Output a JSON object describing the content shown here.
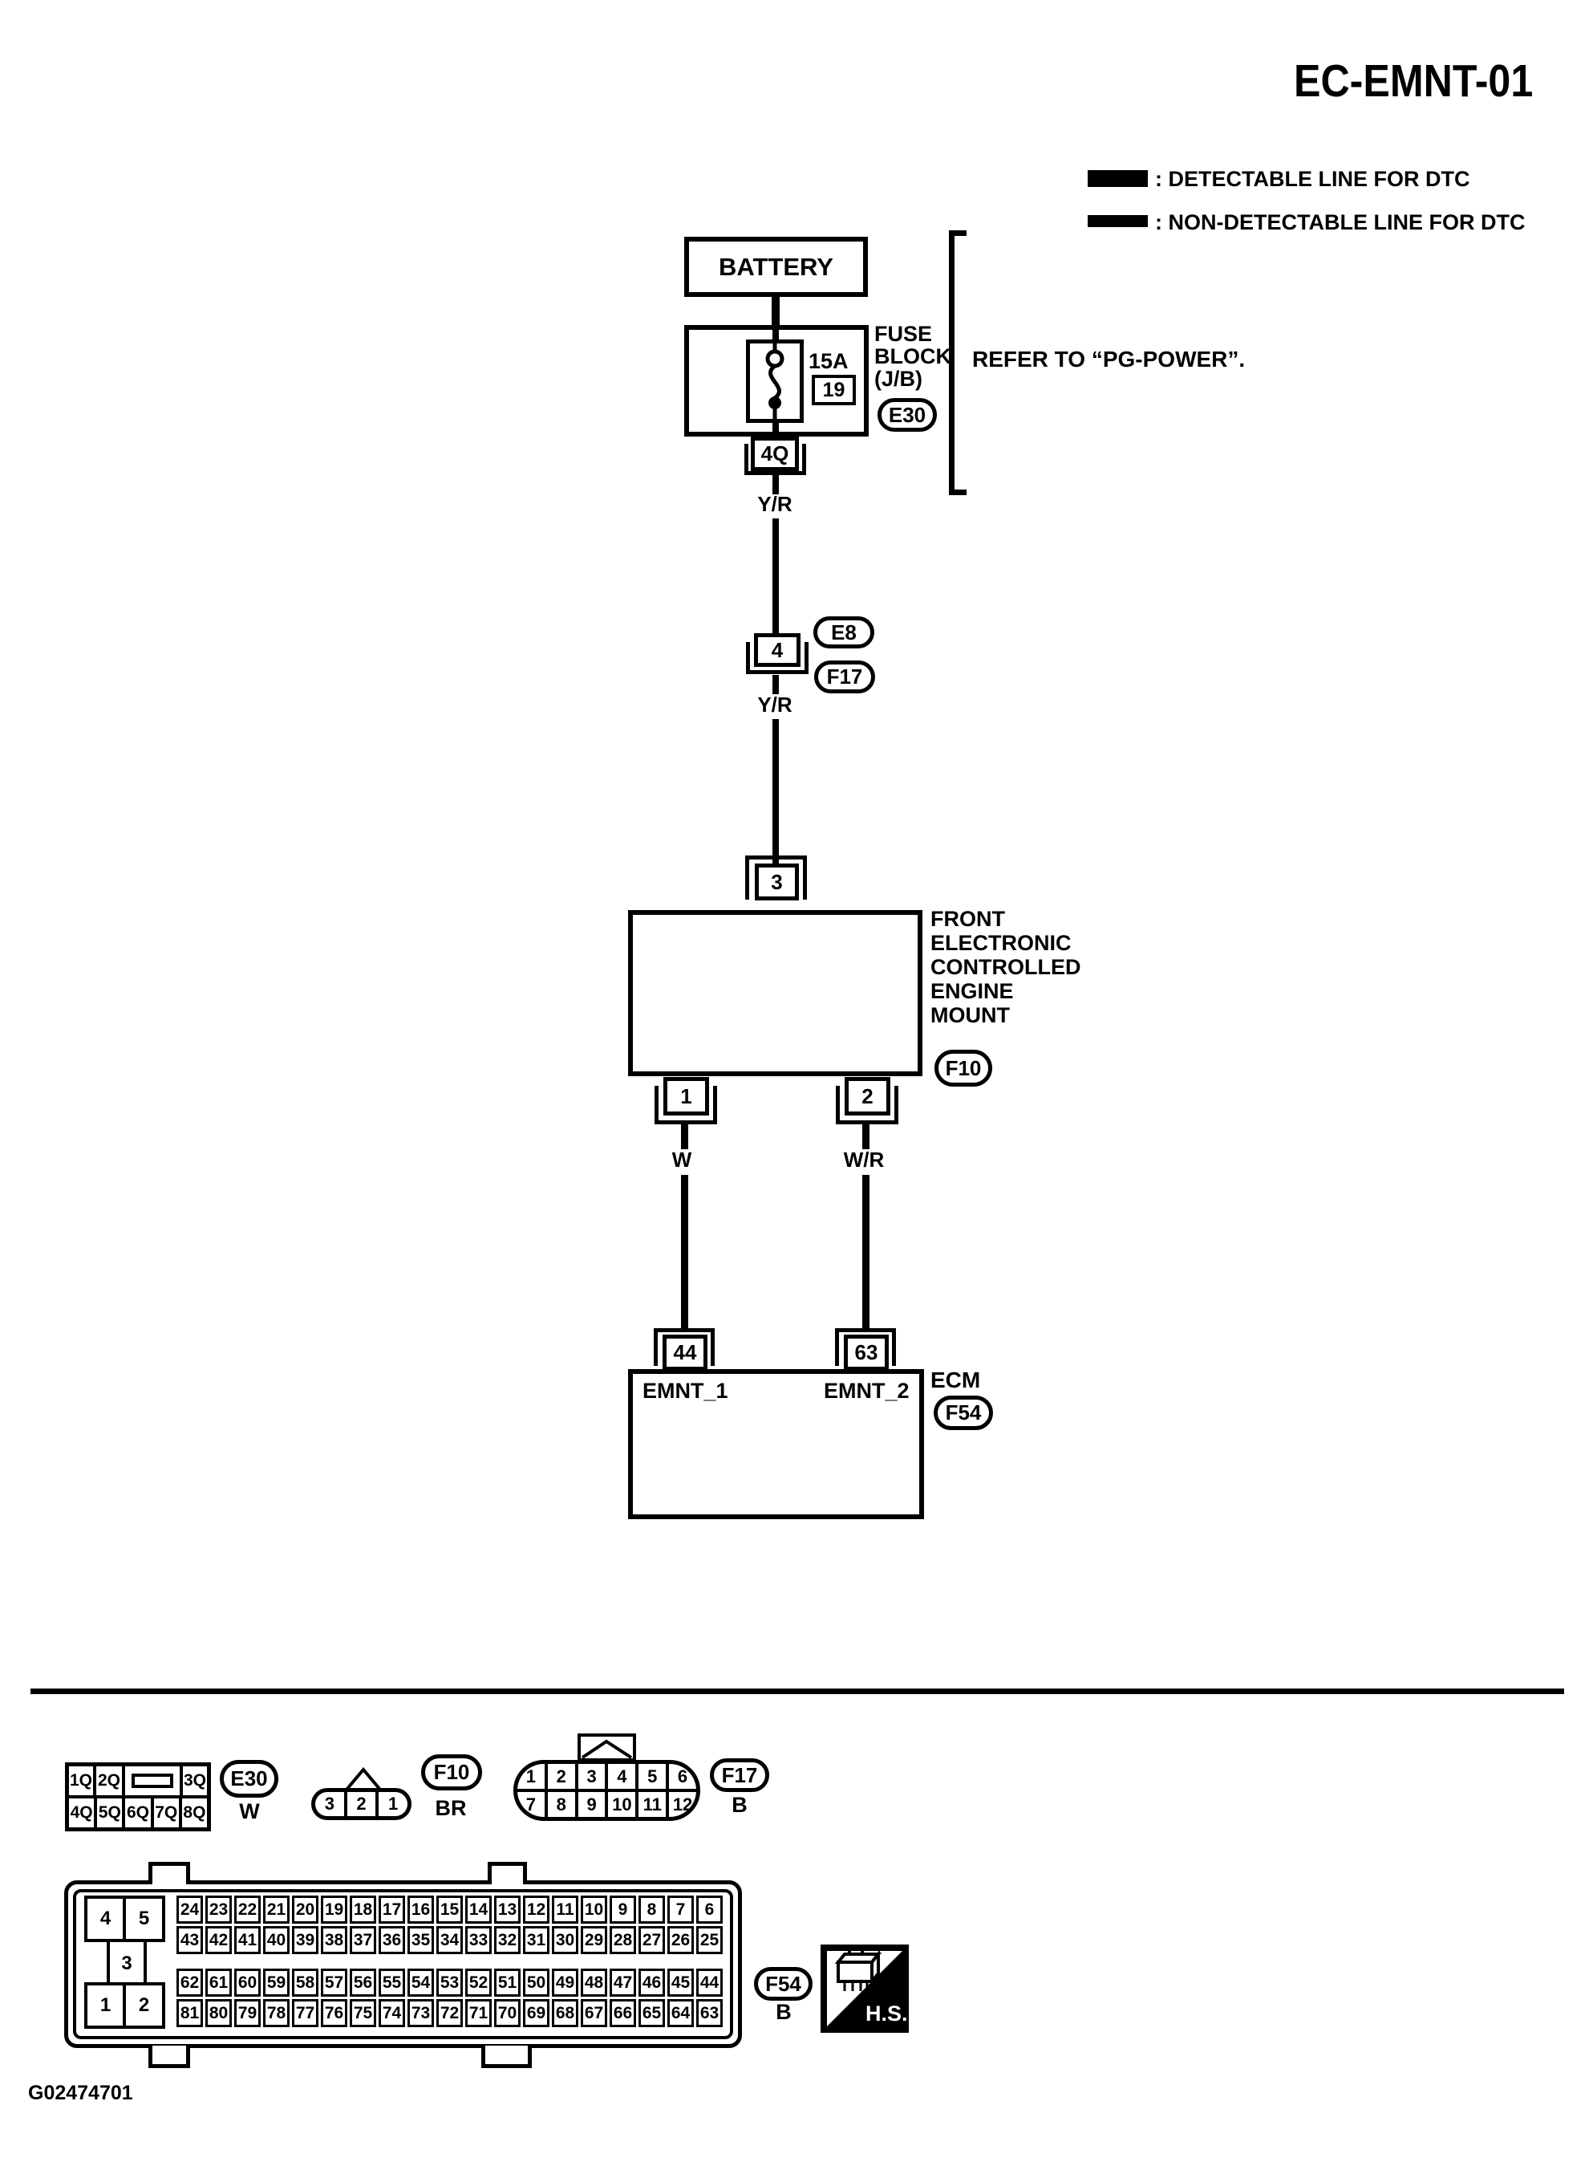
{
  "title": "EC-EMNT-01",
  "legend": {
    "detectable": ": DETECTABLE LINE FOR DTC",
    "non_detectable": ": NON-DETECTABLE LINE FOR DTC"
  },
  "main": {
    "battery": "BATTERY",
    "fuse_block": {
      "lines": [
        "FUSE",
        "BLOCK",
        "(J/B)"
      ],
      "fuse_rating": "15A",
      "fuse_number": "19",
      "connector_id": "E30",
      "note": "REFER TO “PG-POWER”."
    },
    "pins": {
      "p4q": "4Q",
      "p4": "4",
      "p3": "3",
      "p1": "1",
      "p2": "2",
      "p44": "44",
      "p63": "63"
    },
    "ovals": {
      "e8": "E8",
      "f17": "F17",
      "f10": "F10",
      "f54": "F54"
    },
    "wires": {
      "w1": "Y/R",
      "w2": "Y/R",
      "w3": "W",
      "w4": "W/R"
    },
    "mount_lines": [
      "FRONT",
      "ELECTRONIC",
      "CONTROLLED",
      "ENGINE",
      "MOUNT"
    ],
    "ecm": {
      "name": "ECM",
      "pin1": "EMNT_1",
      "pin2": "EMNT_2"
    }
  },
  "footer": {
    "e30": {
      "id": "E30",
      "color": "W",
      "top": [
        "1Q",
        "2Q",
        "3Q"
      ],
      "bottom": [
        "4Q",
        "5Q",
        "6Q",
        "7Q",
        "8Q"
      ]
    },
    "f10": {
      "id": "F10",
      "color": "BR",
      "cells": [
        "3",
        "2",
        "1"
      ]
    },
    "f17": {
      "id": "F17",
      "color": "B",
      "top": [
        "1",
        "2",
        "3",
        "4",
        "5",
        "6"
      ],
      "bottom": [
        "7",
        "8",
        "9",
        "10",
        "11",
        "12"
      ]
    },
    "f54": {
      "id": "F54",
      "color": "B",
      "hs": "H.S.",
      "key": {
        "tl": "4",
        "tr": "5",
        "mid": "3",
        "bl": "1",
        "br": "2"
      },
      "rows": {
        "t1": [
          "24",
          "23",
          "22",
          "21",
          "20",
          "19",
          "18",
          "17",
          "16",
          "15",
          "14",
          "13",
          "12",
          "11",
          "10",
          "9",
          "8",
          "7",
          "6"
        ],
        "t2": [
          "43",
          "42",
          "41",
          "40",
          "39",
          "38",
          "37",
          "36",
          "35",
          "34",
          "33",
          "32",
          "31",
          "30",
          "29",
          "28",
          "27",
          "26",
          "25"
        ],
        "b1": [
          "62",
          "61",
          "60",
          "59",
          "58",
          "57",
          "56",
          "55",
          "54",
          "53",
          "52",
          "51",
          "50",
          "49",
          "48",
          "47",
          "46",
          "45",
          "44"
        ],
        "b2": [
          "81",
          "80",
          "79",
          "78",
          "77",
          "76",
          "75",
          "74",
          "73",
          "72",
          "71",
          "70",
          "69",
          "68",
          "67",
          "66",
          "65",
          "64",
          "63"
        ]
      }
    }
  },
  "figure_code": "G02474701"
}
